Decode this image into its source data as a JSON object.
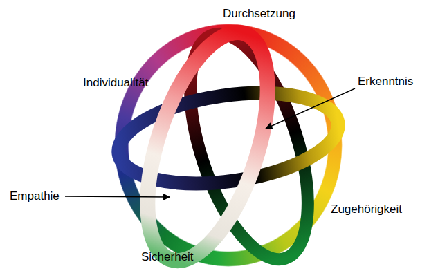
{
  "diagram": {
    "labels": [
      "Durchsetzung",
      "Individualität",
      "Erkenntnis",
      "Empathie",
      "Zugehörigkeit",
      "Sicherheit"
    ]
  }
}
